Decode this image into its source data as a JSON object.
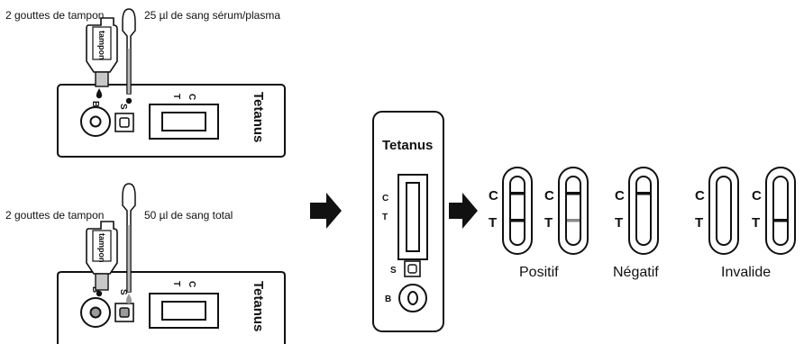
{
  "top_row": {
    "buffer_label": "2 gouttes de tampon",
    "sample_label": "25 µl de sang sérum/plasma",
    "bottle_label": "tampon",
    "cassette": {
      "brand": "Tetanus",
      "well_buffer": "B",
      "well_sample": "S",
      "line_c": "C",
      "line_t": "T"
    }
  },
  "bottom_row": {
    "buffer_label": "2 gouttes de tampon",
    "sample_label": "50 µl de sang total",
    "bottle_label": "tampon",
    "cassette": {
      "brand": "Tetanus",
      "well_buffer": "B",
      "well_sample": "S",
      "line_c": "C",
      "line_t": "T"
    }
  },
  "center_cassette": {
    "brand": "Tetanus",
    "line_c": "C",
    "line_t": "T",
    "well_sample": "S",
    "well_buffer": "B"
  },
  "results": {
    "strip_c": "C",
    "strip_t": "T",
    "groups": [
      {
        "label": "Positif"
      },
      {
        "label": "Négatif"
      },
      {
        "label": "Invalide"
      }
    ]
  },
  "colors": {
    "ink": "#111111",
    "faint_line": "#8a8a8a",
    "tube_gray": "#bcbcbc"
  }
}
